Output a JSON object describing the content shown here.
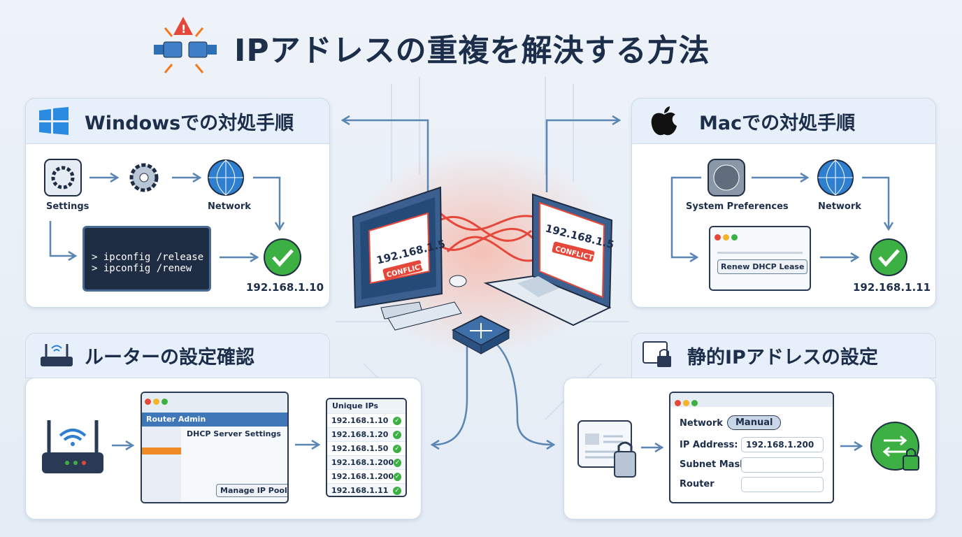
{
  "title": "IPアドレスの重複を解決する方法",
  "windows": {
    "heading": "Windowsでの対処手順",
    "settings_label": "Settings",
    "network_label": "Network",
    "commands": [
      "> ipconfig /release",
      "> ipconfig /renew"
    ],
    "result_ip": "192.168.1.10"
  },
  "mac": {
    "heading": "Macでの対処手順",
    "prefs_label": "System Preferences",
    "network_label": "Network",
    "button": "Renew DHCP Lease",
    "result_ip": "192.168.1.11"
  },
  "router": {
    "heading": "ルーターの設定確認",
    "admin_title": "Router Admin",
    "section": "DHCP Server Settings",
    "button": "Manage IP Pool",
    "list_title": "Unique IPs",
    "ips": [
      "192.168.1.10",
      "192.168.1.20",
      "192.168.1.50",
      "192.168.1.200",
      "192.168.1.200",
      "192.168.1.11"
    ]
  },
  "static": {
    "heading": "静的IPアドレスの設定",
    "network_label": "Network",
    "mode": "Manual",
    "ip_label": "IP Address:",
    "ip_value": "192.168.1.200",
    "subnet_label": "Subnet Mask",
    "router_label": "Router"
  },
  "center": {
    "conflict_ip_left": "192.168.1.5",
    "conflict_ip_right": "192.168.1.5",
    "conflict_label_left": "CONFLICT",
    "conflict_label_right": "CONFLICT"
  },
  "colors": {
    "accent": "#2f6fb5",
    "alert": "#e5483a",
    "success": "#3cb043",
    "text": "#1c2e4a"
  }
}
